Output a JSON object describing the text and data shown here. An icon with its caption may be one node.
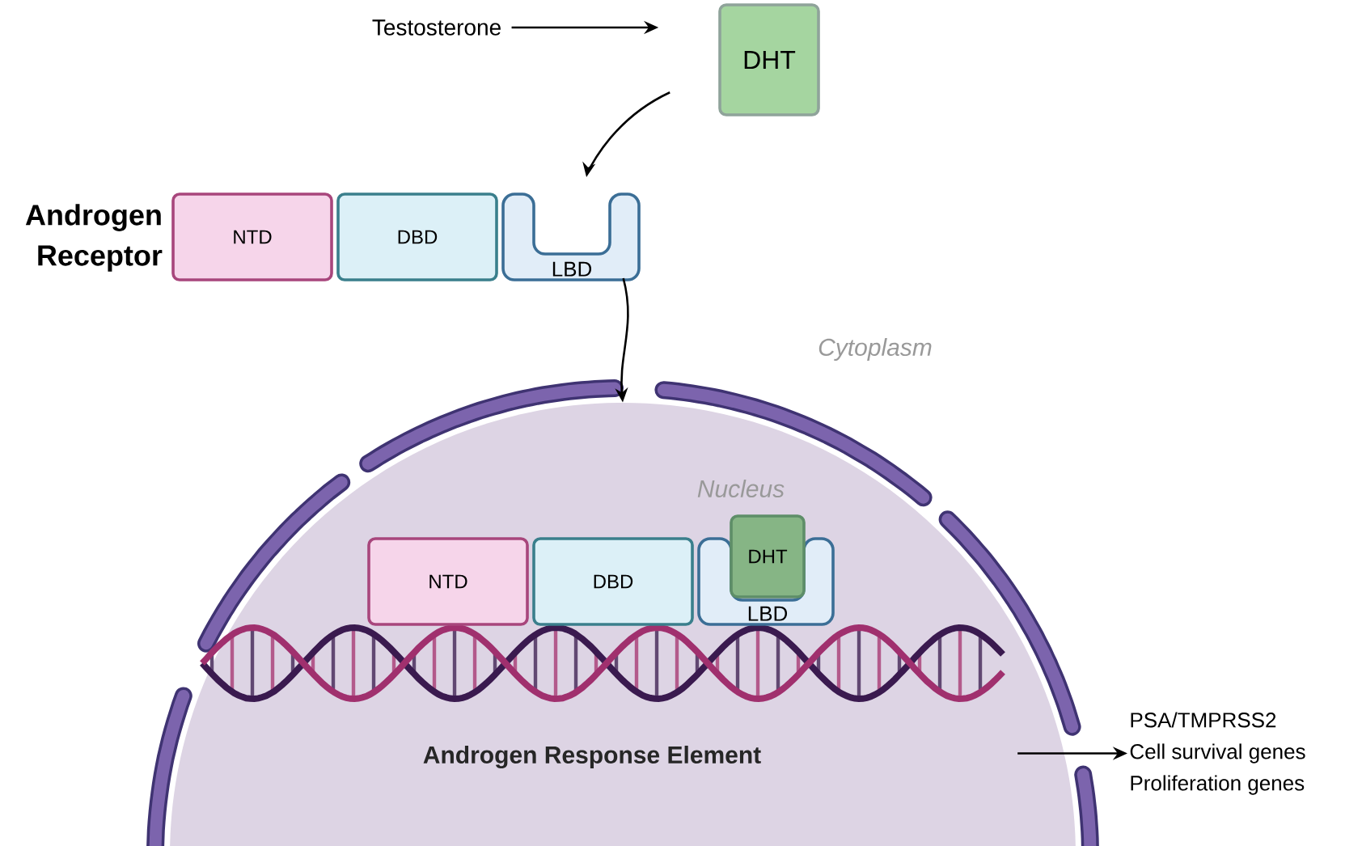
{
  "diagram": {
    "nodes": [
      {
        "text": [
          "Testosterone"
        ]
      },
      {
        "text": [
          "DHT"
        ]
      },
      {
        "text": [
          "NTD"
        ]
      },
      {
        "text": [
          "DBD"
        ]
      },
      {
        "text": [
          "LBD"
        ]
      },
      {
        "text": [
          "Nucleus"
        ]
      },
      {
        "text": [
          "NTD"
        ],
        "in": 5
      },
      {
        "text": [
          "DBD"
        ],
        "in": 5
      },
      {
        "text": [
          "LBD"
        ],
        "in": 5
      },
      {
        "text": [
          "DHT"
        ],
        "in": 5
      },
      {
        "text": [
          "PSA/TMPRSS2",
          "Cell survival genes",
          "Proliferation genes"
        ]
      }
    ],
    "edges": [
      {
        "from": 0,
        "to": 1,
        "arrow": "to"
      },
      {
        "from": 1,
        "to": 4,
        "arrow": "to"
      },
      {
        "from": 4,
        "to": 5,
        "arrow": "to"
      },
      {
        "from": 5,
        "to": 10,
        "arrow": "to"
      }
    ],
    "labels": [
      "Androgen Receptor",
      "Cytoplasm",
      "Androgen Response Element"
    ]
  }
}
